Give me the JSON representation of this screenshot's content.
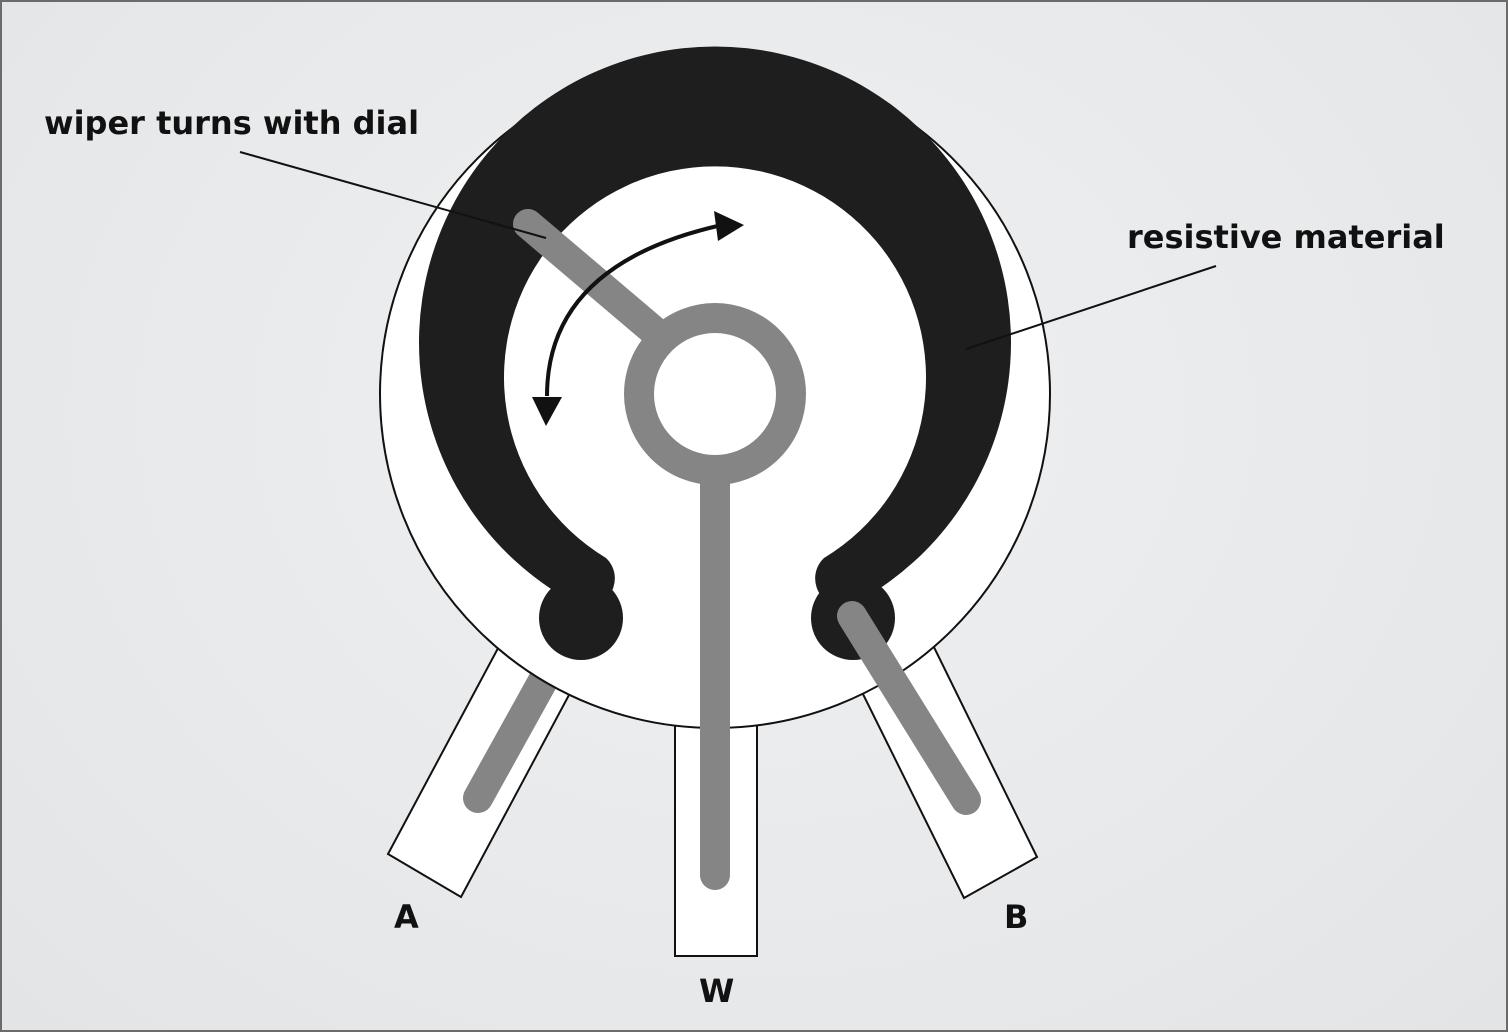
{
  "labels": {
    "wiper": "wiper turns with dial",
    "resistive": "resistive material",
    "terminal_a": "A",
    "terminal_w": "W",
    "terminal_b": "B"
  },
  "colors": {
    "background": "#e6e8ea",
    "resistive_track": "#1e1e1e",
    "wiper_metal": "#858585",
    "body": "#ffffff",
    "outline": "#111111"
  }
}
